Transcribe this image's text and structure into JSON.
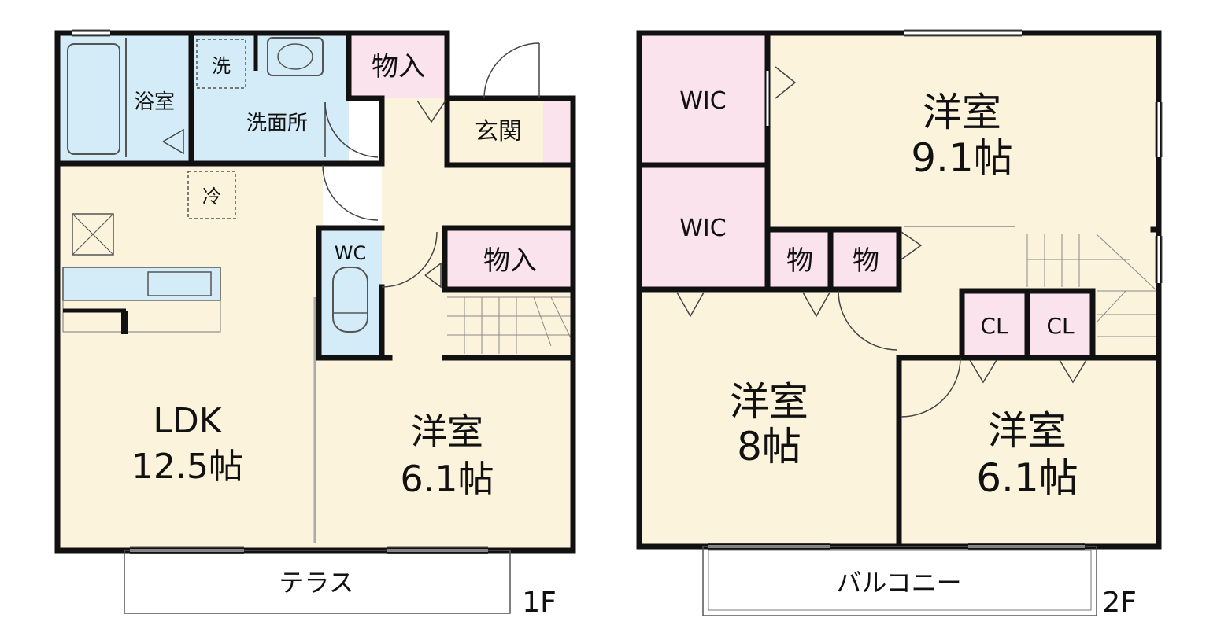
{
  "colors": {
    "living": "#fcf3dd",
    "wet": "#d3ecf8",
    "storage": "#fbe3ee",
    "wall": "#111111",
    "line": "#444444"
  },
  "floor1": {
    "label": "1F",
    "rooms": {
      "bath": "浴室",
      "washroom": "洗面所",
      "washer": "洗",
      "storage_top": "物入",
      "entrance": "玄関",
      "fridge": "冷",
      "wc": "WC",
      "storage_mid": "物入",
      "ldk_name": "LDK",
      "ldk_size": "12.5帖",
      "western_name": "洋室",
      "western_size": "6.1帖"
    },
    "terrace": "テラス"
  },
  "floor2": {
    "label": "2F",
    "rooms": {
      "wic_top": "WIC",
      "wic_bottom": "WIC",
      "master_name": "洋室",
      "master_size": "9.1帖",
      "closet_a": "物",
      "closet_b": "物",
      "cl_a": "CL",
      "cl_b": "CL",
      "room8_name": "洋室",
      "room8_size": "8帖",
      "room61_name": "洋室",
      "room61_size": "6.1帖"
    },
    "balcony": "バルコニー"
  }
}
